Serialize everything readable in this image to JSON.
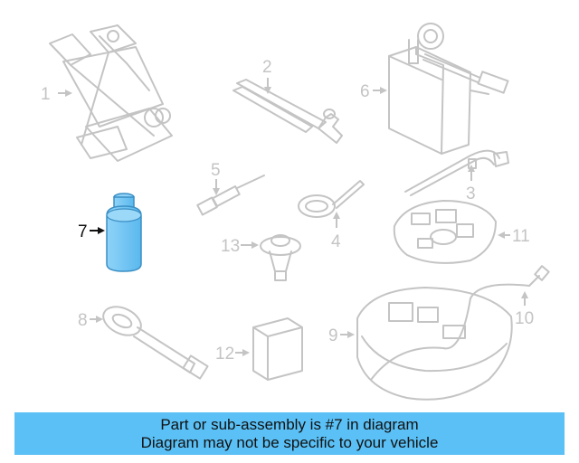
{
  "callouts": {
    "c1": "1",
    "c2": "2",
    "c3": "3",
    "c4": "4",
    "c5": "5",
    "c6": "6",
    "c7": "7",
    "c8": "8",
    "c9": "9",
    "c10": "10",
    "c11": "11",
    "c12": "12",
    "c13": "13"
  },
  "highlight_color": "#6ec3f0",
  "caption": {
    "line1": "Part or sub-assembly is #7 in diagram",
    "line2": "Diagram may not be specific to your vehicle"
  }
}
